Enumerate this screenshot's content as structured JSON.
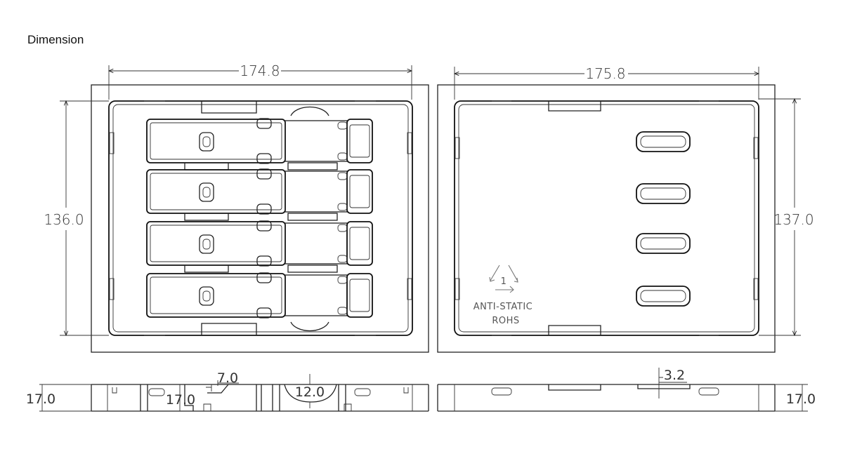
{
  "page": {
    "title": "Dimension"
  },
  "dimensions": {
    "left_width": "174.8",
    "right_width": "175.8",
    "left_height": "136.0",
    "right_height": "137.0",
    "side_left_height": "17.0",
    "side_inner_height": "17.0",
    "side_right_height": "17.0",
    "pocket_width": "7.0",
    "pocket_depth": "12.0",
    "step": "3.2"
  },
  "markings": {
    "recycle_code": "1",
    "anti_static": "ANTI-STATIC",
    "rohs": "ROHS"
  },
  "icons": {
    "recycle": "recycle-triangle-icon"
  }
}
